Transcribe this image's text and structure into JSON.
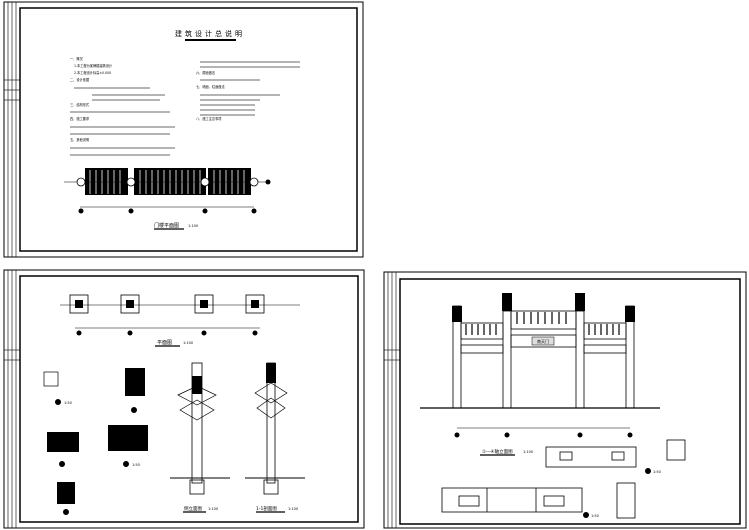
{
  "sheet1": {
    "title": "建筑设计总说明",
    "notes_left": [
      "一、概况",
      "1.本工程为某牌楼建筑设计",
      "2.本工程设计标高±0.000",
      "二、设计依据",
      "三、结构形式",
      "四、施工要求",
      "五、其他说明"
    ],
    "notes_right": [
      "六、屋面做法",
      "七、墙面、柱面做法",
      "八、施工注意事项"
    ],
    "plan_label": "门楼平面图",
    "plan_scale": "1:100"
  },
  "sheet2": {
    "plan_label": "平面图",
    "plan_scale": "1:100",
    "side_label": "侧立面图",
    "side_scale": "1:100",
    "section_label": "1-1剖面图",
    "section_scale": "1:100",
    "detail_scale": "1:50"
  },
  "sheet3": {
    "front_label": "①—④轴立面图",
    "front_scale": "1:100",
    "sign_text": "南天门",
    "detail_scale": "1:50"
  }
}
